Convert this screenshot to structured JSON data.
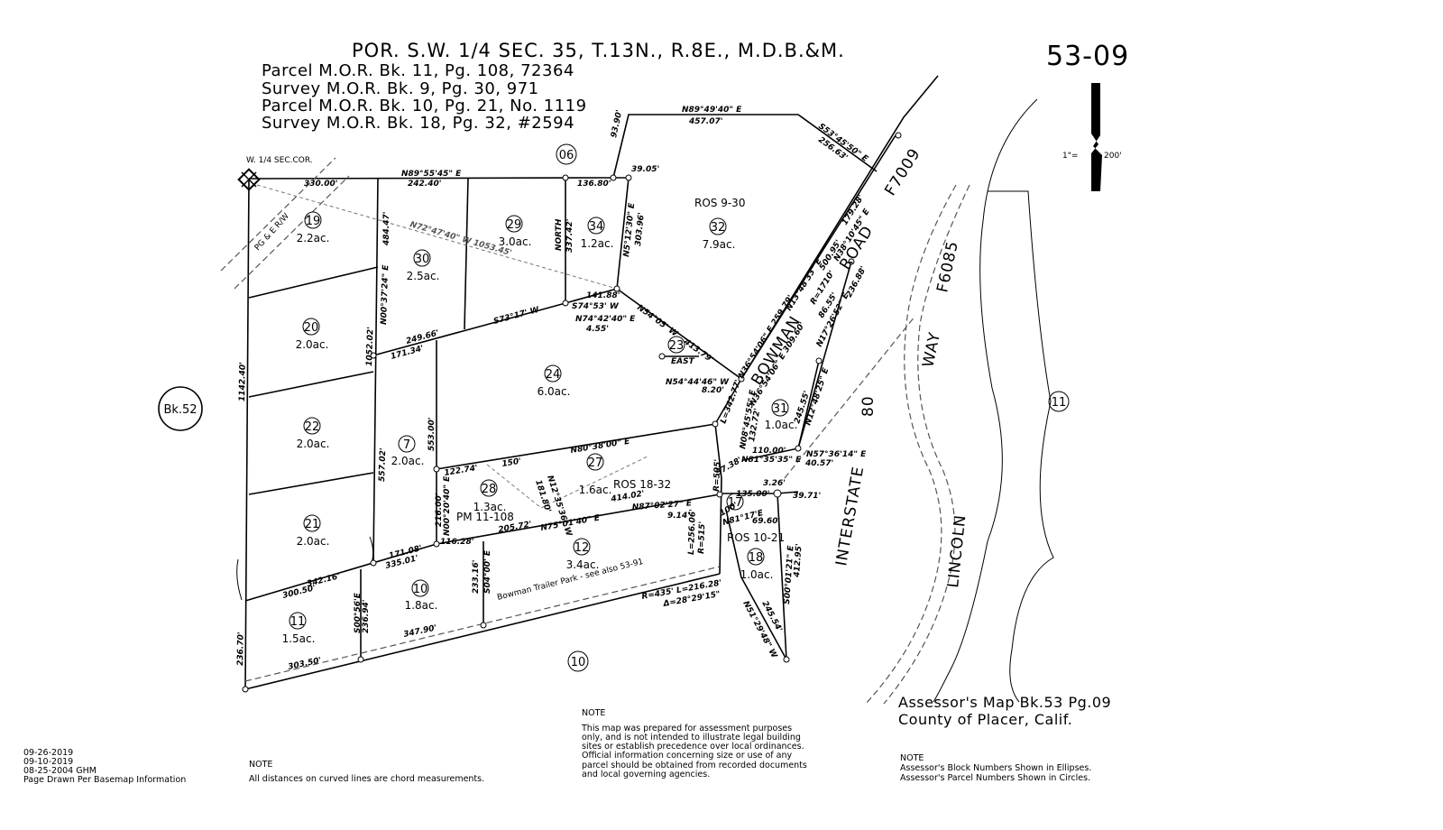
{
  "header": {
    "title": "POR. S.W. 1/4 SEC. 35, T.13N., R.8E., M.D.B.&M.",
    "refs": [
      "Parcel M.O.R. Bk. 11, Pg. 108, 72364",
      "Survey M.O.R. Bk. 9, Pg. 30, 971",
      "Parcel M.O.R. Bk. 10, Pg. 21, No. 1119",
      "Survey M.O.R. Bk. 18, Pg. 32, #2594"
    ],
    "map_number": "53-09"
  },
  "scale": {
    "left": "1\"=",
    "right": "200'"
  },
  "corner_label": "W. 1/4 SEC.COR.",
  "parcels": [
    {
      "num": "19",
      "acres": "2.2ac."
    },
    {
      "num": "30",
      "acres": "2.5ac."
    },
    {
      "num": "29",
      "acres": "3.0ac."
    },
    {
      "num": "34",
      "acres": "1.2ac."
    },
    {
      "num": "32",
      "acres": "7.9ac."
    },
    {
      "num": "20",
      "acres": "2.0ac."
    },
    {
      "num": "24",
      "acres": "6.0ac."
    },
    {
      "num": "23",
      "acres": ""
    },
    {
      "num": "22",
      "acres": "2.0ac."
    },
    {
      "num": "7",
      "acres": "2.0ac."
    },
    {
      "num": "27",
      "acres": "1.6ac."
    },
    {
      "num": "28",
      "acres": "1.3ac."
    },
    {
      "num": "31",
      "acres": "1.0ac."
    },
    {
      "num": "21",
      "acres": "2.0ac."
    },
    {
      "num": "12",
      "acres": "3.4ac."
    },
    {
      "num": "17",
      "acres": ""
    },
    {
      "num": "18",
      "acres": "1.0ac."
    },
    {
      "num": "10",
      "acres": "1.8ac."
    },
    {
      "num": "11",
      "acres": "1.5ac."
    }
  ],
  "adjacent": {
    "block_06": "06",
    "block_10": "10",
    "block_11": "11",
    "bk52": "Bk.52"
  },
  "roads": {
    "bowman": "BOWMAN",
    "road": "ROAD",
    "f7009": "F7009",
    "interstate": "INTERSTATE",
    "i80": "80",
    "way": "WAY",
    "f6085": "F6085",
    "lincoln": "LINCOLN"
  },
  "survey_labels": {
    "ros_9_30": "ROS 9-30",
    "ros_18_32": "ROS 18-32",
    "pm_11_108": "PM 11-108",
    "ros_10_21": "ROS 10-21",
    "pge": "PG & E R/W",
    "trailer_park": "Bowman Trailer Park - see also 53-91",
    "east": "EAST",
    "north": "NORTH"
  },
  "bearings": [
    "330.00'",
    "N89°55'45\" E",
    "242.40'",
    "N72°47'40\" W 1053.45'",
    "136.80'",
    "39.05'",
    "93.90'",
    "N89°49'40\" E",
    "457.07'",
    "S53°45'50\" E",
    "256.63'",
    "484.47'",
    "337.42'",
    "N5°12'30\" E",
    "303.96'",
    "141.88'",
    "S74°53' W",
    "N74°42'40\" E",
    "4.55'",
    "N54°05' W",
    "413.79'",
    "N54°44'46\" W",
    "8.20'",
    "N00°37'24\" E",
    "1052.02'",
    "S73°17' W",
    "249.66'",
    "171.34'",
    "1142.40'",
    "557.02'",
    "553.00'",
    "N80°38'00\" E",
    "150'",
    "122.74'",
    "N12°35'36\" W",
    "181.80'",
    "414.02'",
    "N00°20'40\" E",
    "216.00'",
    "116.28'",
    "205.72'",
    "N75°01'40\" E",
    "N87°02'27\" E",
    "9.14'",
    "171.08'",
    "335.01'",
    "342.16'",
    "300.50'",
    "233.16'",
    "S04°00' E",
    "S00°56'E",
    "236.94'",
    "236.70'",
    "347.90'",
    "303.50'",
    "R=435' L=216.28'",
    "Δ=28°29'15\"",
    "L=256.06'",
    "R=515'",
    "R=505'",
    "L=342.77'",
    "N36°54'06\" E 259.79'",
    "N36°54'06\" E 309.60'",
    "179.28'",
    "N38°10'45\" E",
    "500.95'",
    "R=1710'",
    "N13°48'33\" E",
    "86.55'",
    "N17°26'52\" E",
    "236.88'",
    "245.55'",
    "N12°48'25\" E",
    "N08°45'55\" E",
    "132.72'",
    "110.00'",
    "N81°35'35\" E",
    "N57°36'14\" E",
    "40.57'",
    "57.38'",
    "3.26'",
    "135.00'",
    "39.71'",
    "69.60'",
    "100'",
    "N81°17'E",
    "N51°29'48\" W",
    "245.54'",
    "S00°01'21\" E",
    "412.95'"
  ],
  "notes": {
    "main_title": "NOTE",
    "main_text": [
      "This map was prepared for assessment purposes",
      "only, and is not intended to illustrate legal building",
      "sites or establish precedence over local ordinances.",
      "Official information concerning size or use of any",
      "parcel should be obtained from recorded documents",
      "and local governing agencies."
    ],
    "curve_title": "NOTE",
    "curve_text": "All distances on curved lines are chord measurements.",
    "block_title": "NOTE",
    "block_text": [
      "Assessor's Block Numbers Shown in Ellipses.",
      "Assessor's Parcel Numbers Shown in Circles."
    ]
  },
  "revisions": [
    "09-26-2019",
    "09-10-2019",
    "08-25-2004 GHM",
    "Page Drawn Per Basemap Information"
  ],
  "assessor": {
    "line1": "Assessor's Map Bk.53 Pg.09",
    "line2": "County of Placer, Calif."
  }
}
